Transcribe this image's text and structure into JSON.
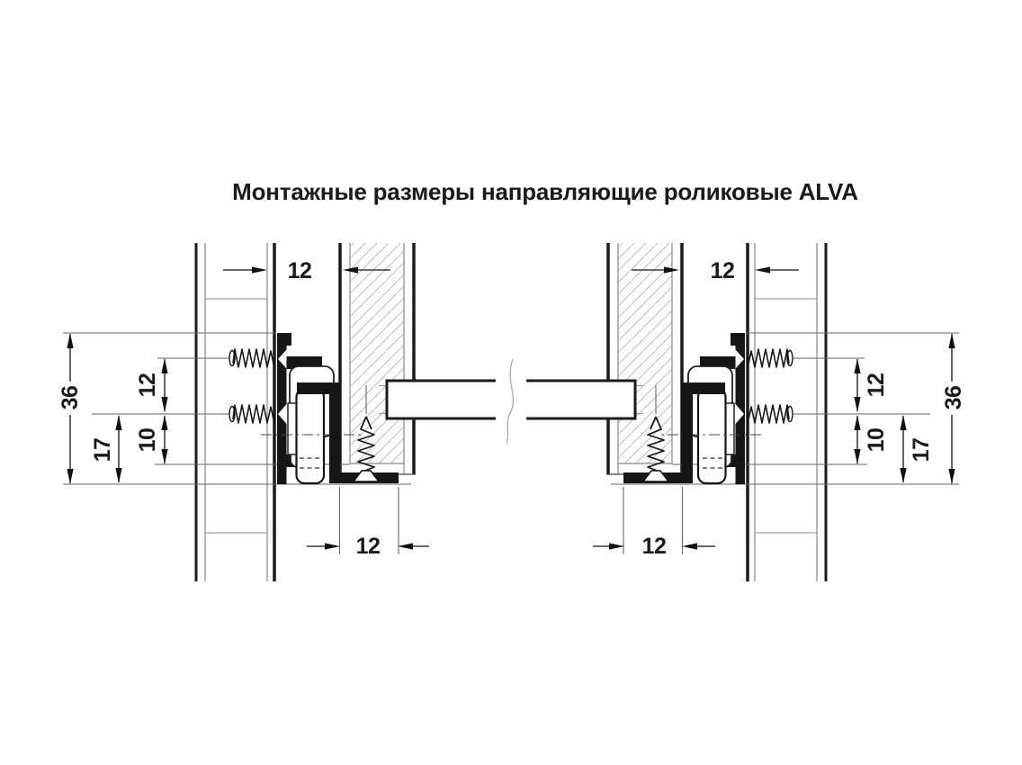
{
  "title": "Монтажные размеры направляющие роликовые ALVA",
  "dimensions": {
    "mounting_clearance_top": "12",
    "screw_spacing": "12",
    "screw_to_rail_bottom": "10",
    "axis_to_bottom_edge": "17",
    "total_mounting_height": "36",
    "drawer_side_thickness": "12"
  },
  "colors": {
    "line": "#1a1a1a",
    "thin_line": "#888888",
    "reference_line": "#666666",
    "hatch": "#bcbcbc",
    "background": "#ffffff"
  }
}
